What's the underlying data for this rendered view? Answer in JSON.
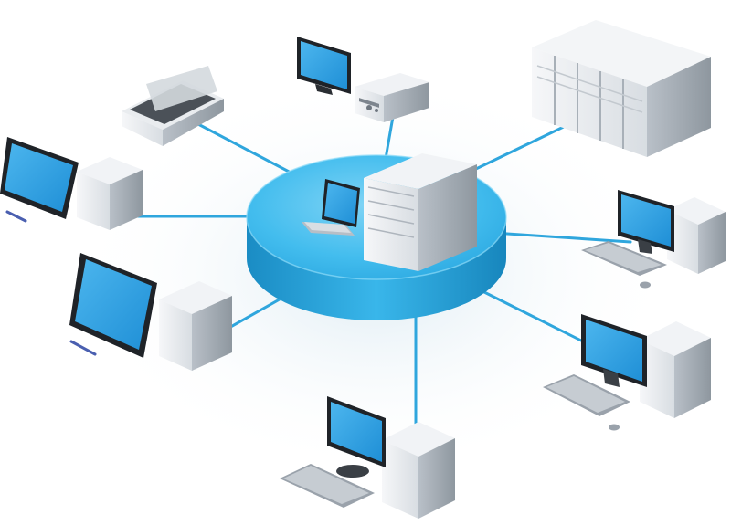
{
  "diagram": {
    "topology": "star",
    "colors": {
      "hub": "#3bb4e6",
      "hub_dark": "#1b8fc2",
      "link": "#2fa6dd",
      "device_light": "#eef1f4",
      "device_mid": "#c9cfd6",
      "device_dark": "#9aa3ad",
      "screen": "#2f9fe0",
      "bezel": "#22262b"
    },
    "hub": {
      "name": "central-hub",
      "devices": [
        "laptop-icon",
        "server-tower-icon"
      ]
    },
    "nodes": [
      {
        "name": "tv-media-player",
        "icon": "tv-with-receiver-icon"
      },
      {
        "name": "server-rack",
        "icon": "server-rack-icon"
      },
      {
        "name": "flatbed-scanner",
        "icon": "scanner-icon"
      },
      {
        "name": "workstation-left-top",
        "icon": "desktop-pc-with-monitor-icon"
      },
      {
        "name": "workstation-left-bottom",
        "icon": "desktop-pc-with-monitor-icon"
      },
      {
        "name": "workstation-right-top",
        "icon": "desktop-pc-with-keyboard-icon"
      },
      {
        "name": "workstation-right-bottom",
        "icon": "desktop-pc-with-keyboard-icon"
      },
      {
        "name": "workstation-bottom",
        "icon": "desktop-pc-with-keyboard-icon"
      }
    ]
  }
}
